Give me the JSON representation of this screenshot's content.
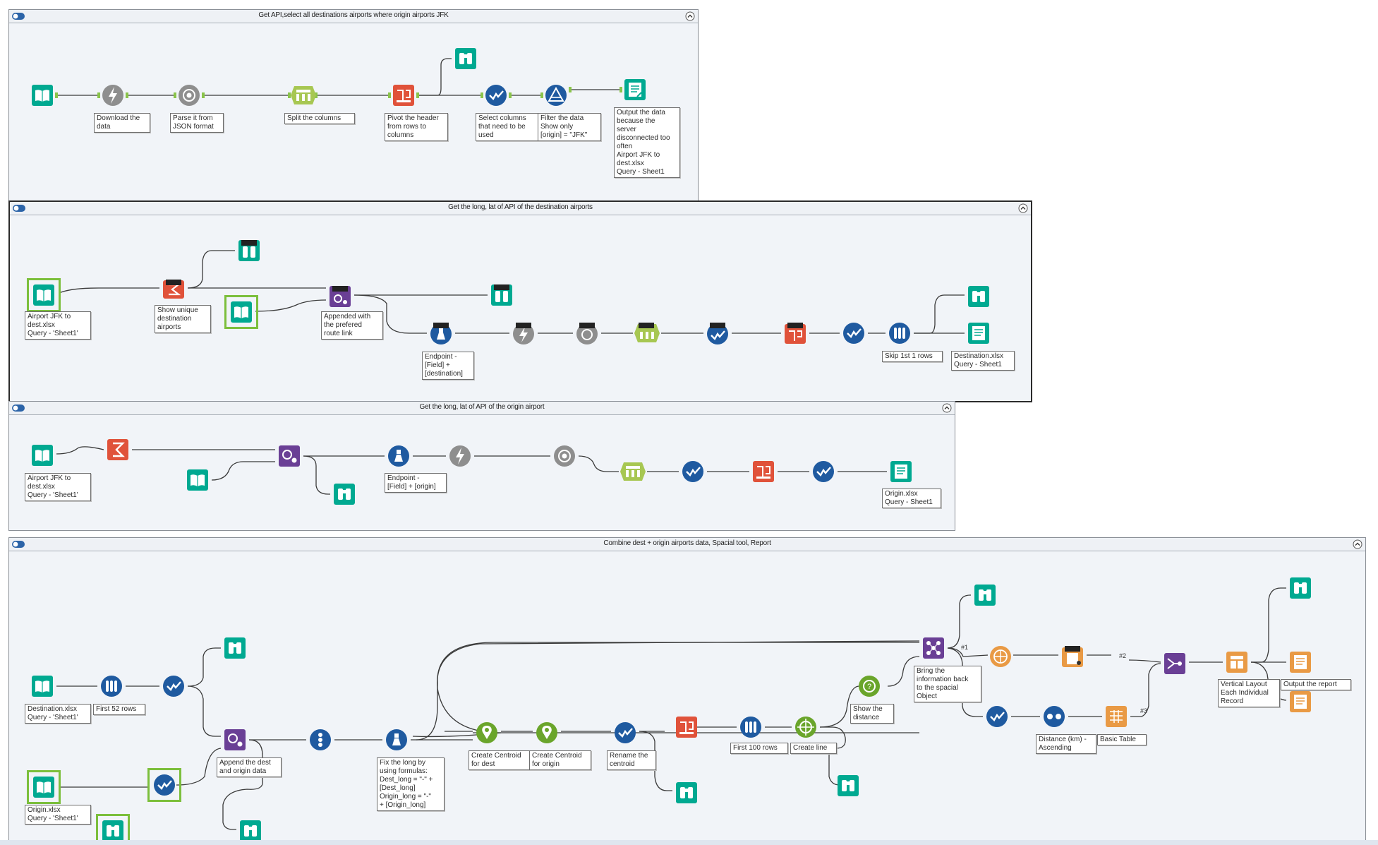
{
  "containers": [
    {
      "id": "c1",
      "title": "Get API,select all destinations airports where origin airports JFK"
    },
    {
      "id": "c2",
      "title": "Get the long, lat of API of the destination airports"
    },
    {
      "id": "c3",
      "title": "Get the long, lat of API of the origin airport"
    },
    {
      "id": "c4",
      "title": "Combine dest + origin airports data, Spacial tool, Report"
    }
  ],
  "annotations": {
    "c1_download": "Download the\ndata",
    "c1_parse": "Parse it from\nJSON format",
    "c1_split": "Split the columns",
    "c1_pivot": "Pivot the header\nfrom rows to\ncolumns",
    "c1_select": "Select columns\nthat need to be\nused",
    "c1_filter": "Filter the data\nShow only\n[origin] = \"JFK\"",
    "c1_output": "Output the data\nbecause the\nserver\ndisconnected too\noften\nAirport JFK to\ndest.xlsx\nQuery - Sheet1",
    "c2_input": "Airport JFK to\ndest.xlsx\nQuery - 'Sheet1'",
    "c2_unique": "Show unique\ndestination\nairports",
    "c2_append": "Appended with\nthe prefered\nroute link",
    "c2_endpoint": "Endpoint -\n[Field] +\n[destination]",
    "c2_skip": "Skip 1st 1 rows",
    "c2_output": "Destination.xlsx\nQuery - Sheet1",
    "c3_input": "Airport JFK to\ndest.xlsx\nQuery - 'Sheet1'",
    "c3_endpoint": "Endpoint -\n[Field] + [origin]",
    "c3_output": "Origin.xlsx\nQuery - Sheet1",
    "c4_dest_input": "Destination.xlsx\nQuery - 'Sheet1'",
    "c4_first52": "First 52 rows",
    "c4_origin_input": "Origin.xlsx\nQuery - 'Sheet1'",
    "c4_append": "Append the dest\nand origin data",
    "c4_fix": "Fix the long by\nusing formulas:\nDest_long = \"-\" +\n[Dest_long]\nOrigin_long = \"-\"\n+ [Origin_long]",
    "c4_centroid_dest": "Create Centroid\nfor dest",
    "c4_centroid_origin": "Create Centroid\nfor origin",
    "c4_rename": "Rename the\ncentroid",
    "c4_first100": "First 100 rows",
    "c4_createline": "Create line",
    "c4_distance": "Show the\ndistance",
    "c4_bring": "Bring the\ninformation back\nto the spacial\nObject",
    "c4_sort": "Distance (km) -\nAscending",
    "c4_table": "Basic Table",
    "c4_layout": "Vertical Layout\nEach Individual\nRecord",
    "c4_output": "Output the report"
  },
  "connection_labels": [
    "#1",
    "#2",
    "#3"
  ],
  "colors": {
    "input": "#00a991",
    "output": "#00a991",
    "browse": "#00a991",
    "prep": "#2c64a8",
    "parse": "#8e8e8e",
    "transform": "#e0523a",
    "join": "#6a3f95",
    "spatial": "#6aa52b",
    "report": "#e99a45",
    "select": "#1f5aa0"
  }
}
